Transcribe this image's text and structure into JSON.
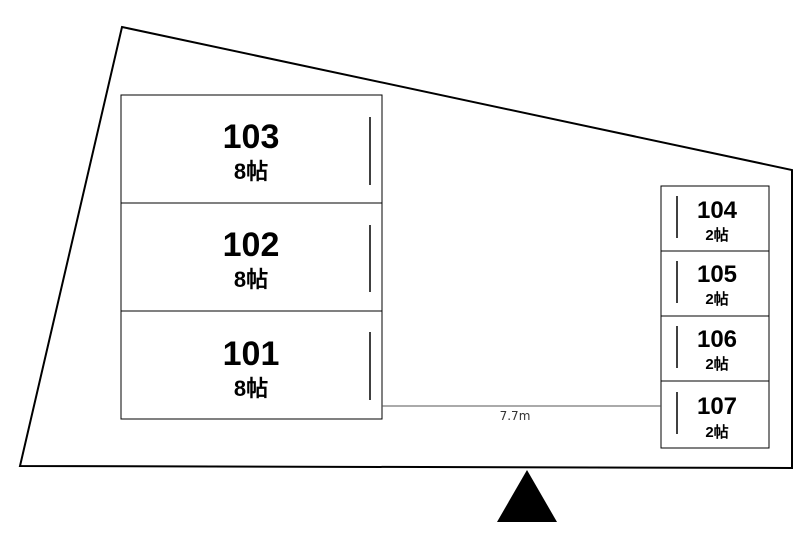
{
  "site_plan": {
    "units_left": [
      {
        "id": "103",
        "size": "8帖"
      },
      {
        "id": "102",
        "size": "8帖"
      },
      {
        "id": "101",
        "size": "8帖"
      }
    ],
    "units_right": [
      {
        "id": "104",
        "size": "2帖"
      },
      {
        "id": "105",
        "size": "2帖"
      },
      {
        "id": "106",
        "size": "2帖"
      },
      {
        "id": "107",
        "size": "2帖"
      }
    ],
    "distance_label": "7.7m",
    "entrance_marker": "triangle-marker"
  }
}
